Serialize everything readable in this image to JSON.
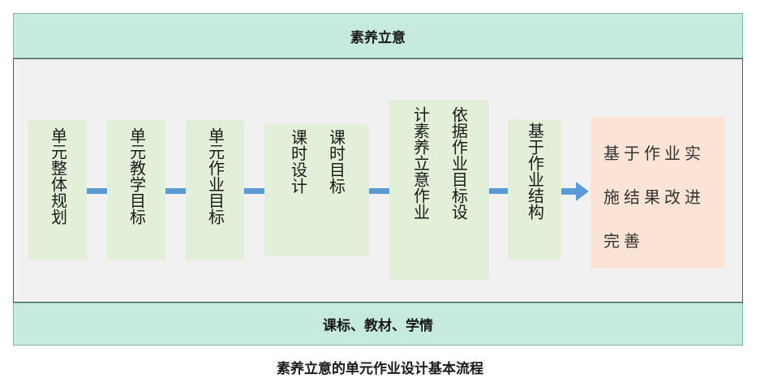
{
  "top_band": "素养立意",
  "bottom_band": "课标、教材、学情",
  "steps": [
    {
      "lines": [
        "单元整体规划"
      ]
    },
    {
      "lines": [
        "单元教学目标"
      ]
    },
    {
      "lines": [
        "单元作业目标"
      ]
    },
    {
      "lines": [
        "课时目标",
        "课时设计"
      ]
    },
    {
      "lines": [
        "依据作业目标设",
        "计素养立意作业"
      ]
    },
    {
      "lines": [
        "基于作业结构"
      ]
    }
  ],
  "final_step": "基于作业实施结果改进完善",
  "caption": "素养立意的单元作业设计基本流程",
  "colors": {
    "band": "#c6ebdc",
    "step": "#e2efd9",
    "final": "#fbe4d5",
    "arrow": "#5b9bd5",
    "panel": "#f1f1f1"
  }
}
